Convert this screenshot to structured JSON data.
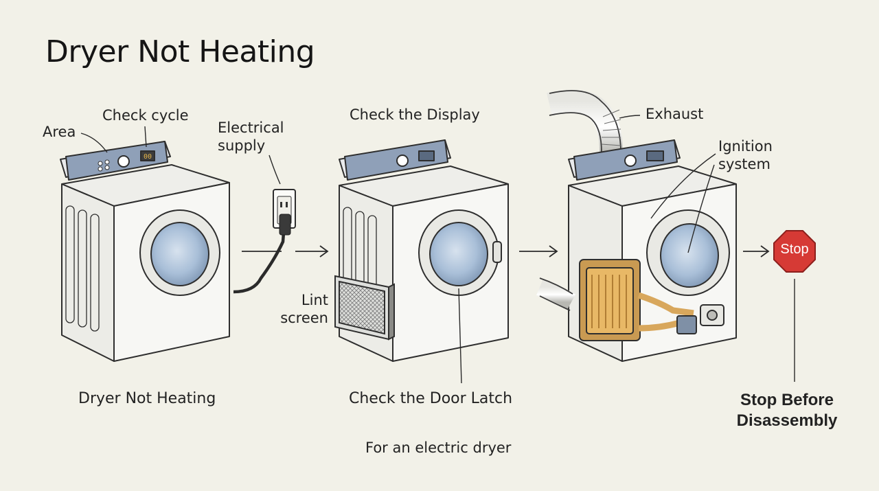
{
  "title": "Dryer Not Heating",
  "labels": {
    "area": "Area",
    "check_cycle": "Check cycle",
    "electrical_supply": "Electrical supply",
    "check_display": "Check the Display",
    "exhaust": "Exhaust",
    "ignition_system": "Ignition system",
    "lint_screen": "Lint screen",
    "stop_sign": "Stop"
  },
  "captions": {
    "step1": "Dryer Not Heating",
    "step2": "Check the Door Latch",
    "step3_note": "For an electric dryer",
    "stop": "Stop Before Disassembly"
  },
  "display_readout": "00",
  "colors": {
    "background": "#f2f1e8",
    "panel": "#8fa0b8",
    "drum_glass": "#a9bfd8",
    "heater": "#e3b15f",
    "stop_sign": "#d63a35"
  }
}
